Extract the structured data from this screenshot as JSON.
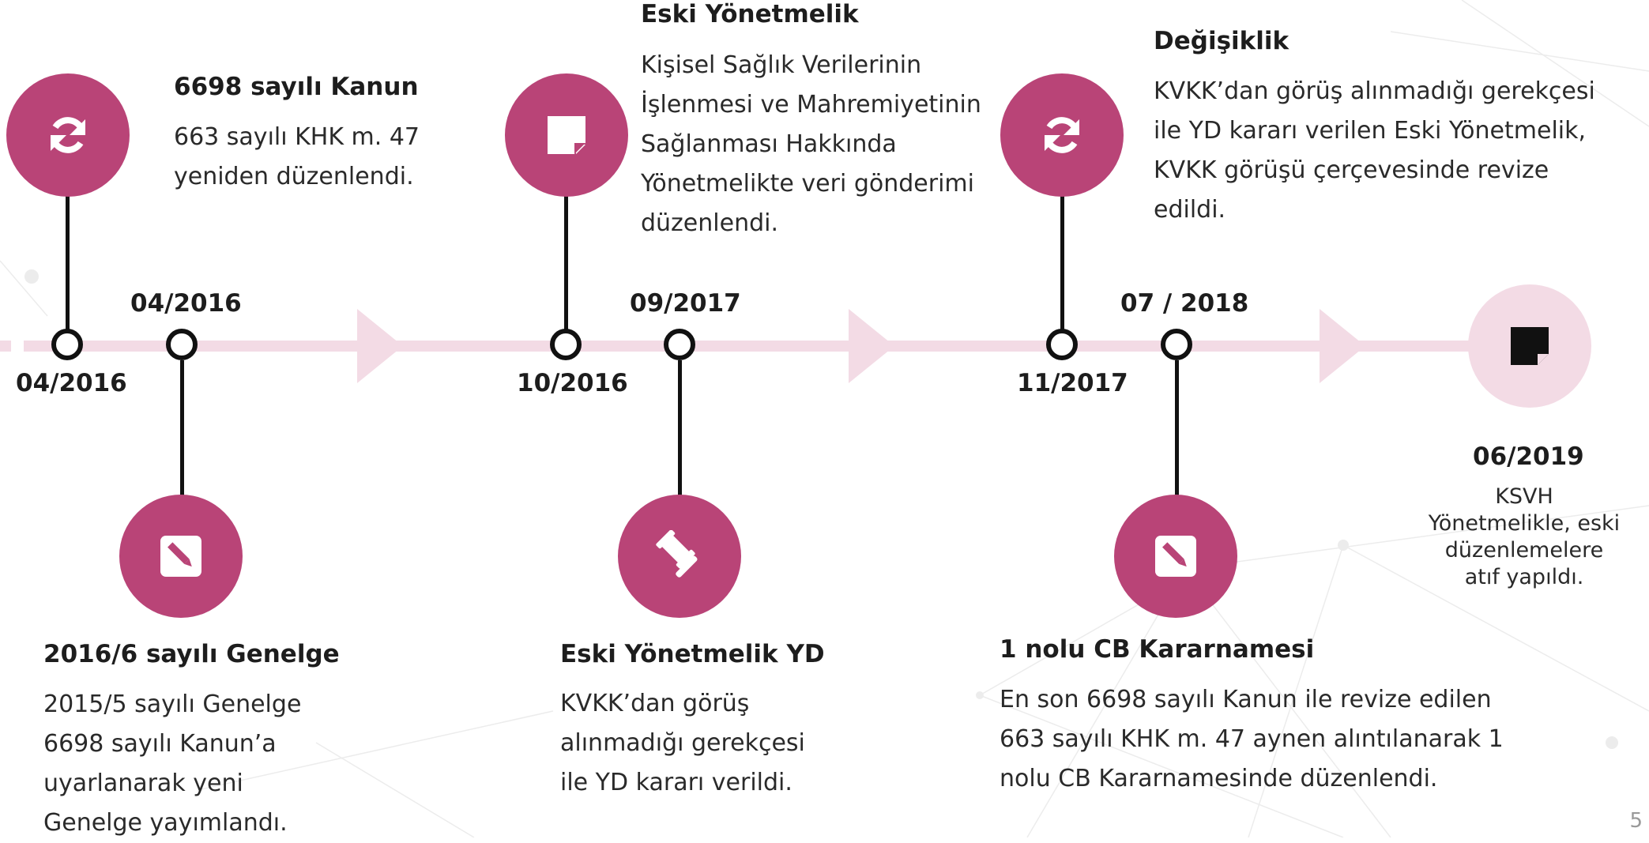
{
  "colors": {
    "accent": "#b94477",
    "track": "#f3dbe5",
    "line": "#111111"
  },
  "events": [
    {
      "date": "04/2016",
      "title": "6698 sayılı Kanun",
      "desc": [
        "663 sayılı KHK m. 47",
        "yeniden düzenlendi."
      ],
      "icon": "refresh-icon"
    },
    {
      "date": "04/2016",
      "title": "2016/6 sayılı Genelge",
      "desc": [
        "2015/5 sayılı Genelge",
        "6698 sayılı Kanun’a",
        "uyarlanarak yeni",
        "Genelge yayımlandı."
      ],
      "icon": "edit-icon"
    },
    {
      "date": "10/2016",
      "title": "Eski Yönetmelik",
      "desc": [
        "Kişisel Sağlık Verilerinin",
        "İşlenmesi ve Mahremiyetinin",
        "Sağlanması Hakkında",
        "Yönetmelikte veri gönderimi",
        "düzenlendi."
      ],
      "icon": "note-icon"
    },
    {
      "date": "09/2017",
      "title": "Eski Yönetmelik YD",
      "desc": [
        "KVKK’dan görüş",
        "alınmadığı gerekçesi",
        "ile YD kararı verildi."
      ],
      "icon": "gavel-icon"
    },
    {
      "date": "11/2017",
      "title": "Değişiklik",
      "desc": [
        "KVKK’dan görüş alınmadığı gerekçesi",
        "ile YD kararı verilen Eski Yönetmelik,",
        "KVKK görüşü çerçevesinde revize",
        "edildi."
      ],
      "icon": "refresh-icon"
    },
    {
      "date": "07 / 2018",
      "title": "1 nolu CB Kararnamesi",
      "desc": [
        "En son 6698 sayılı Kanun ile revize edilen",
        "663 sayılı KHK m. 47 aynen alıntılanarak 1",
        "nolu CB Kararnamesinde düzenlendi."
      ],
      "icon": "edit-icon"
    },
    {
      "date": "06/2019",
      "desc": [
        "KSVH",
        "Yönetmelikle, eski",
        "düzenlemelere",
        "atıf yapıldı."
      ],
      "icon": "note-icon"
    }
  ],
  "page_number": "5"
}
